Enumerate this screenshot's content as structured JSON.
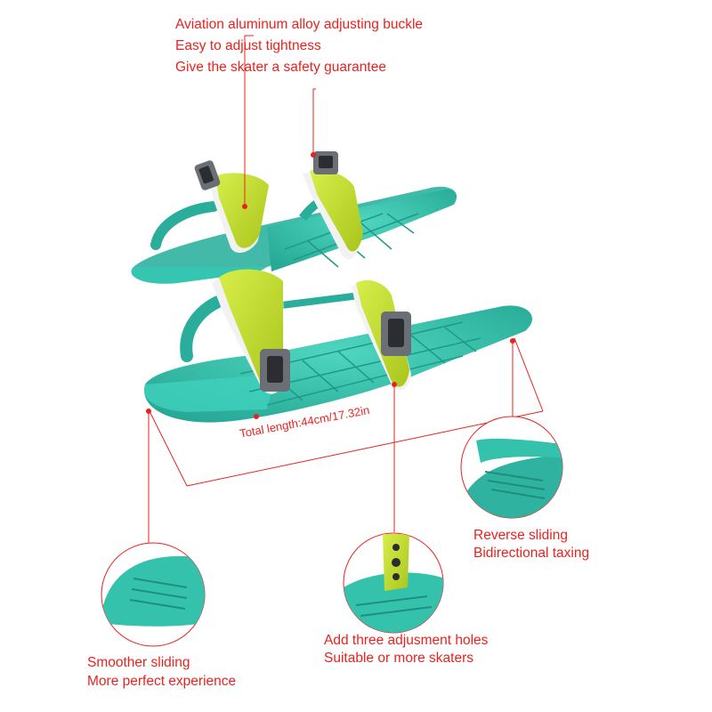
{
  "callouts": {
    "buckle": {
      "line1": "Aviation aluminum alloy adjusting buckle",
      "line2": "Easy to adjust tightness",
      "line3": "Give the skater a safety guarantee"
    },
    "total_length": "Total length:44cm/17.32in",
    "reverse": {
      "line1": "Reverse sliding",
      "line2": "Bidirectional taxing"
    },
    "holes": {
      "line1": "Add three adjusment holes",
      "line2": "Suitable or more skaters"
    },
    "smooth": {
      "line1": "Smoother sliding",
      "line2": "More perfect experience"
    }
  },
  "colors": {
    "annotation": "#e8231f",
    "ski_body": "#35c2ad",
    "strap": "#c6e032",
    "buckle": "#6b6f75"
  }
}
